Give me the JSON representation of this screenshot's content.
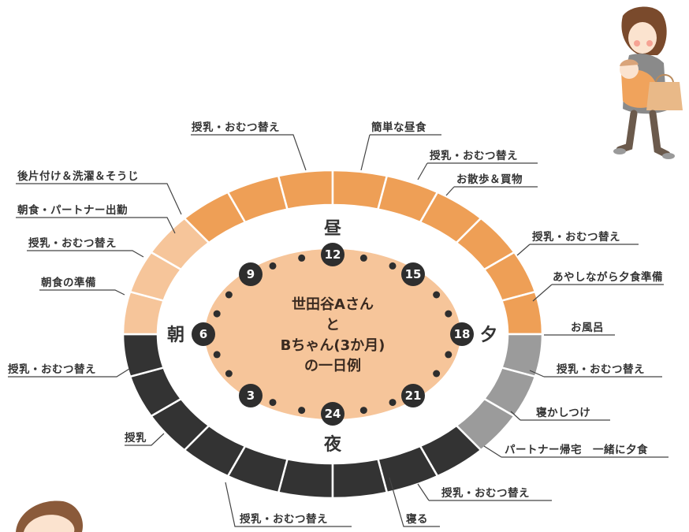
{
  "colors": {
    "day": "#ee9f56",
    "morning": "#f6c59a",
    "evening": "#9b9b9b",
    "night": "#333333",
    "center": "#f6c59a",
    "dot": "#2e2e2e"
  },
  "center": {
    "line1": "世田谷Aさん",
    "line2": "と",
    "line3": "Bちゃん(3か月)",
    "line4": "の一日例"
  },
  "side_labels": {
    "noon": "昼",
    "morning": "朝",
    "evening": "夕",
    "night": "夜"
  },
  "hours": {
    "h3": "3",
    "h6": "6",
    "h9": "9",
    "h12": "12",
    "h15": "15",
    "h18": "18",
    "h21": "21",
    "h24": "24"
  },
  "schedule": {
    "l1": "授乳・おむつ替え",
    "l2": "簡単な昼食",
    "l3": "授乳・おむつ替え",
    "l4": "お散歩＆買物",
    "l5": "後片付け＆洗濯＆そうじ",
    "l6": "朝食・パートナー出勤",
    "l7": "授乳・おむつ替え",
    "l8": "朝食の準備",
    "l9": "授乳・おむつ替え",
    "l10": "あやしながら夕食準備",
    "l11": "お風呂",
    "l12": "授乳・おむつ替え",
    "l13": "授乳・おむつ替え",
    "l14": "寝かしつけ",
    "l15": "授乳",
    "l16": "パートナー帰宅　一緒に夕食",
    "l17": "授乳・おむつ替え",
    "l18": "授乳・おむつ替え",
    "l19": "寝る"
  }
}
